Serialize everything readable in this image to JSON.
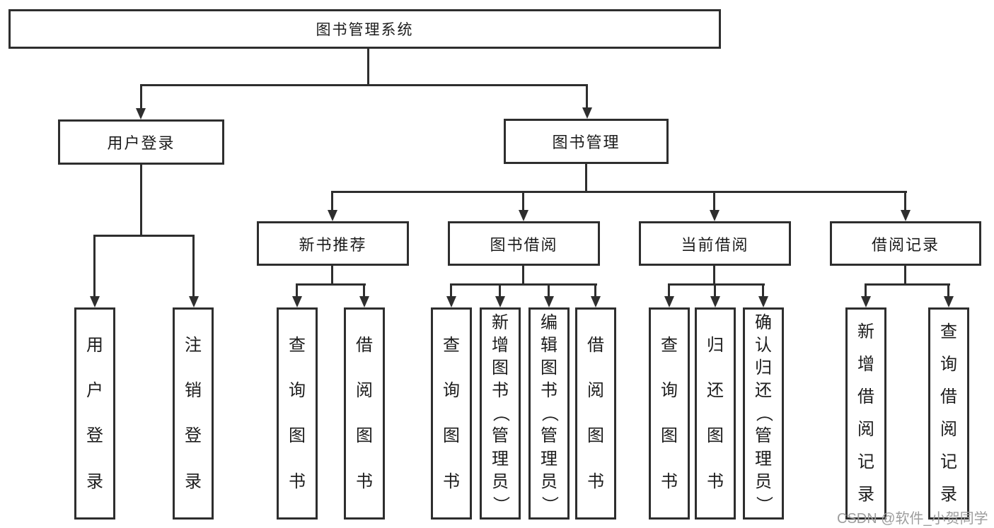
{
  "colors": {
    "line": "#2e2e2e",
    "text": "#1c1c1c",
    "box_background": "#ffffff",
    "watermark": "#9d9d9d"
  },
  "watermark": "CSDN @软件_小贺同学",
  "nodes": {
    "root": "图书管理系统",
    "level2": {
      "user_login": "用户登录",
      "book_management": "图书管理"
    },
    "level3": {
      "new_books": "新书推荐",
      "book_borrow": "图书借阅",
      "current_borrow": "当前借阅",
      "borrow_records": "借阅记录"
    },
    "leaves": {
      "user_login": [
        "用户登录",
        "注销登录"
      ],
      "new_books": [
        "查询图书",
        "借阅图书"
      ],
      "book_borrow": [
        "查询图书",
        "新增图书（管理员）",
        "编辑图书（管理员）",
        "借阅图书"
      ],
      "current_borrow": [
        "查询图书",
        "归还图书",
        "确认归还（管理员）"
      ],
      "borrow_records": [
        "新增借阅记录",
        "查询借阅记录"
      ]
    }
  }
}
